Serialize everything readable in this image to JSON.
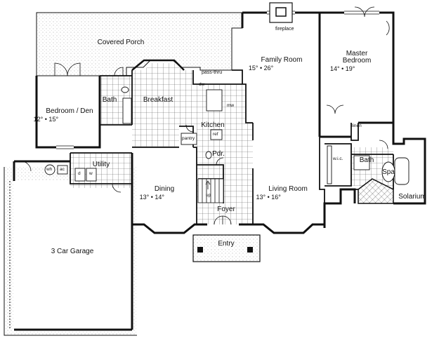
{
  "rooms": {
    "covered_porch": {
      "label": "Covered Porch"
    },
    "family_room": {
      "label": "Family Room",
      "dims": "15° • 26°"
    },
    "master_bedroom": {
      "label_line1": "Master",
      "label_line2": "Bedroom",
      "dims": "14° • 19°"
    },
    "bedroom_den": {
      "label": "Bedroom / Den",
      "dims": "12° • 15°"
    },
    "bath_left": {
      "label": "Bath"
    },
    "breakfast": {
      "label": "Breakfast"
    },
    "kitchen": {
      "label": "Kitchen"
    },
    "utility": {
      "label": "Utility"
    },
    "dining": {
      "label": "Dining",
      "dims": "13° • 14°"
    },
    "powder": {
      "label": "Pdr."
    },
    "foyer": {
      "label": "Foyer"
    },
    "living_room": {
      "label": "Living Room",
      "dims": "13° • 16°"
    },
    "bath_master": {
      "label": "Bath"
    },
    "spa": {
      "label": "Spa"
    },
    "solarium": {
      "label": "Solarium"
    },
    "garage": {
      "label": "3 Car Garage"
    },
    "entry": {
      "label": "Entry"
    }
  },
  "fixtures": {
    "fireplace": "fireplace",
    "pass_thru": "pass-thru",
    "dw": "dw",
    "mw": "mw",
    "pantry": "pantry",
    "ref": "ref",
    "wh": "wh",
    "ac": "ac",
    "d": "d",
    "w": "w",
    "wic": "w.i.c.",
    "linen": "linen",
    "up": "up"
  }
}
